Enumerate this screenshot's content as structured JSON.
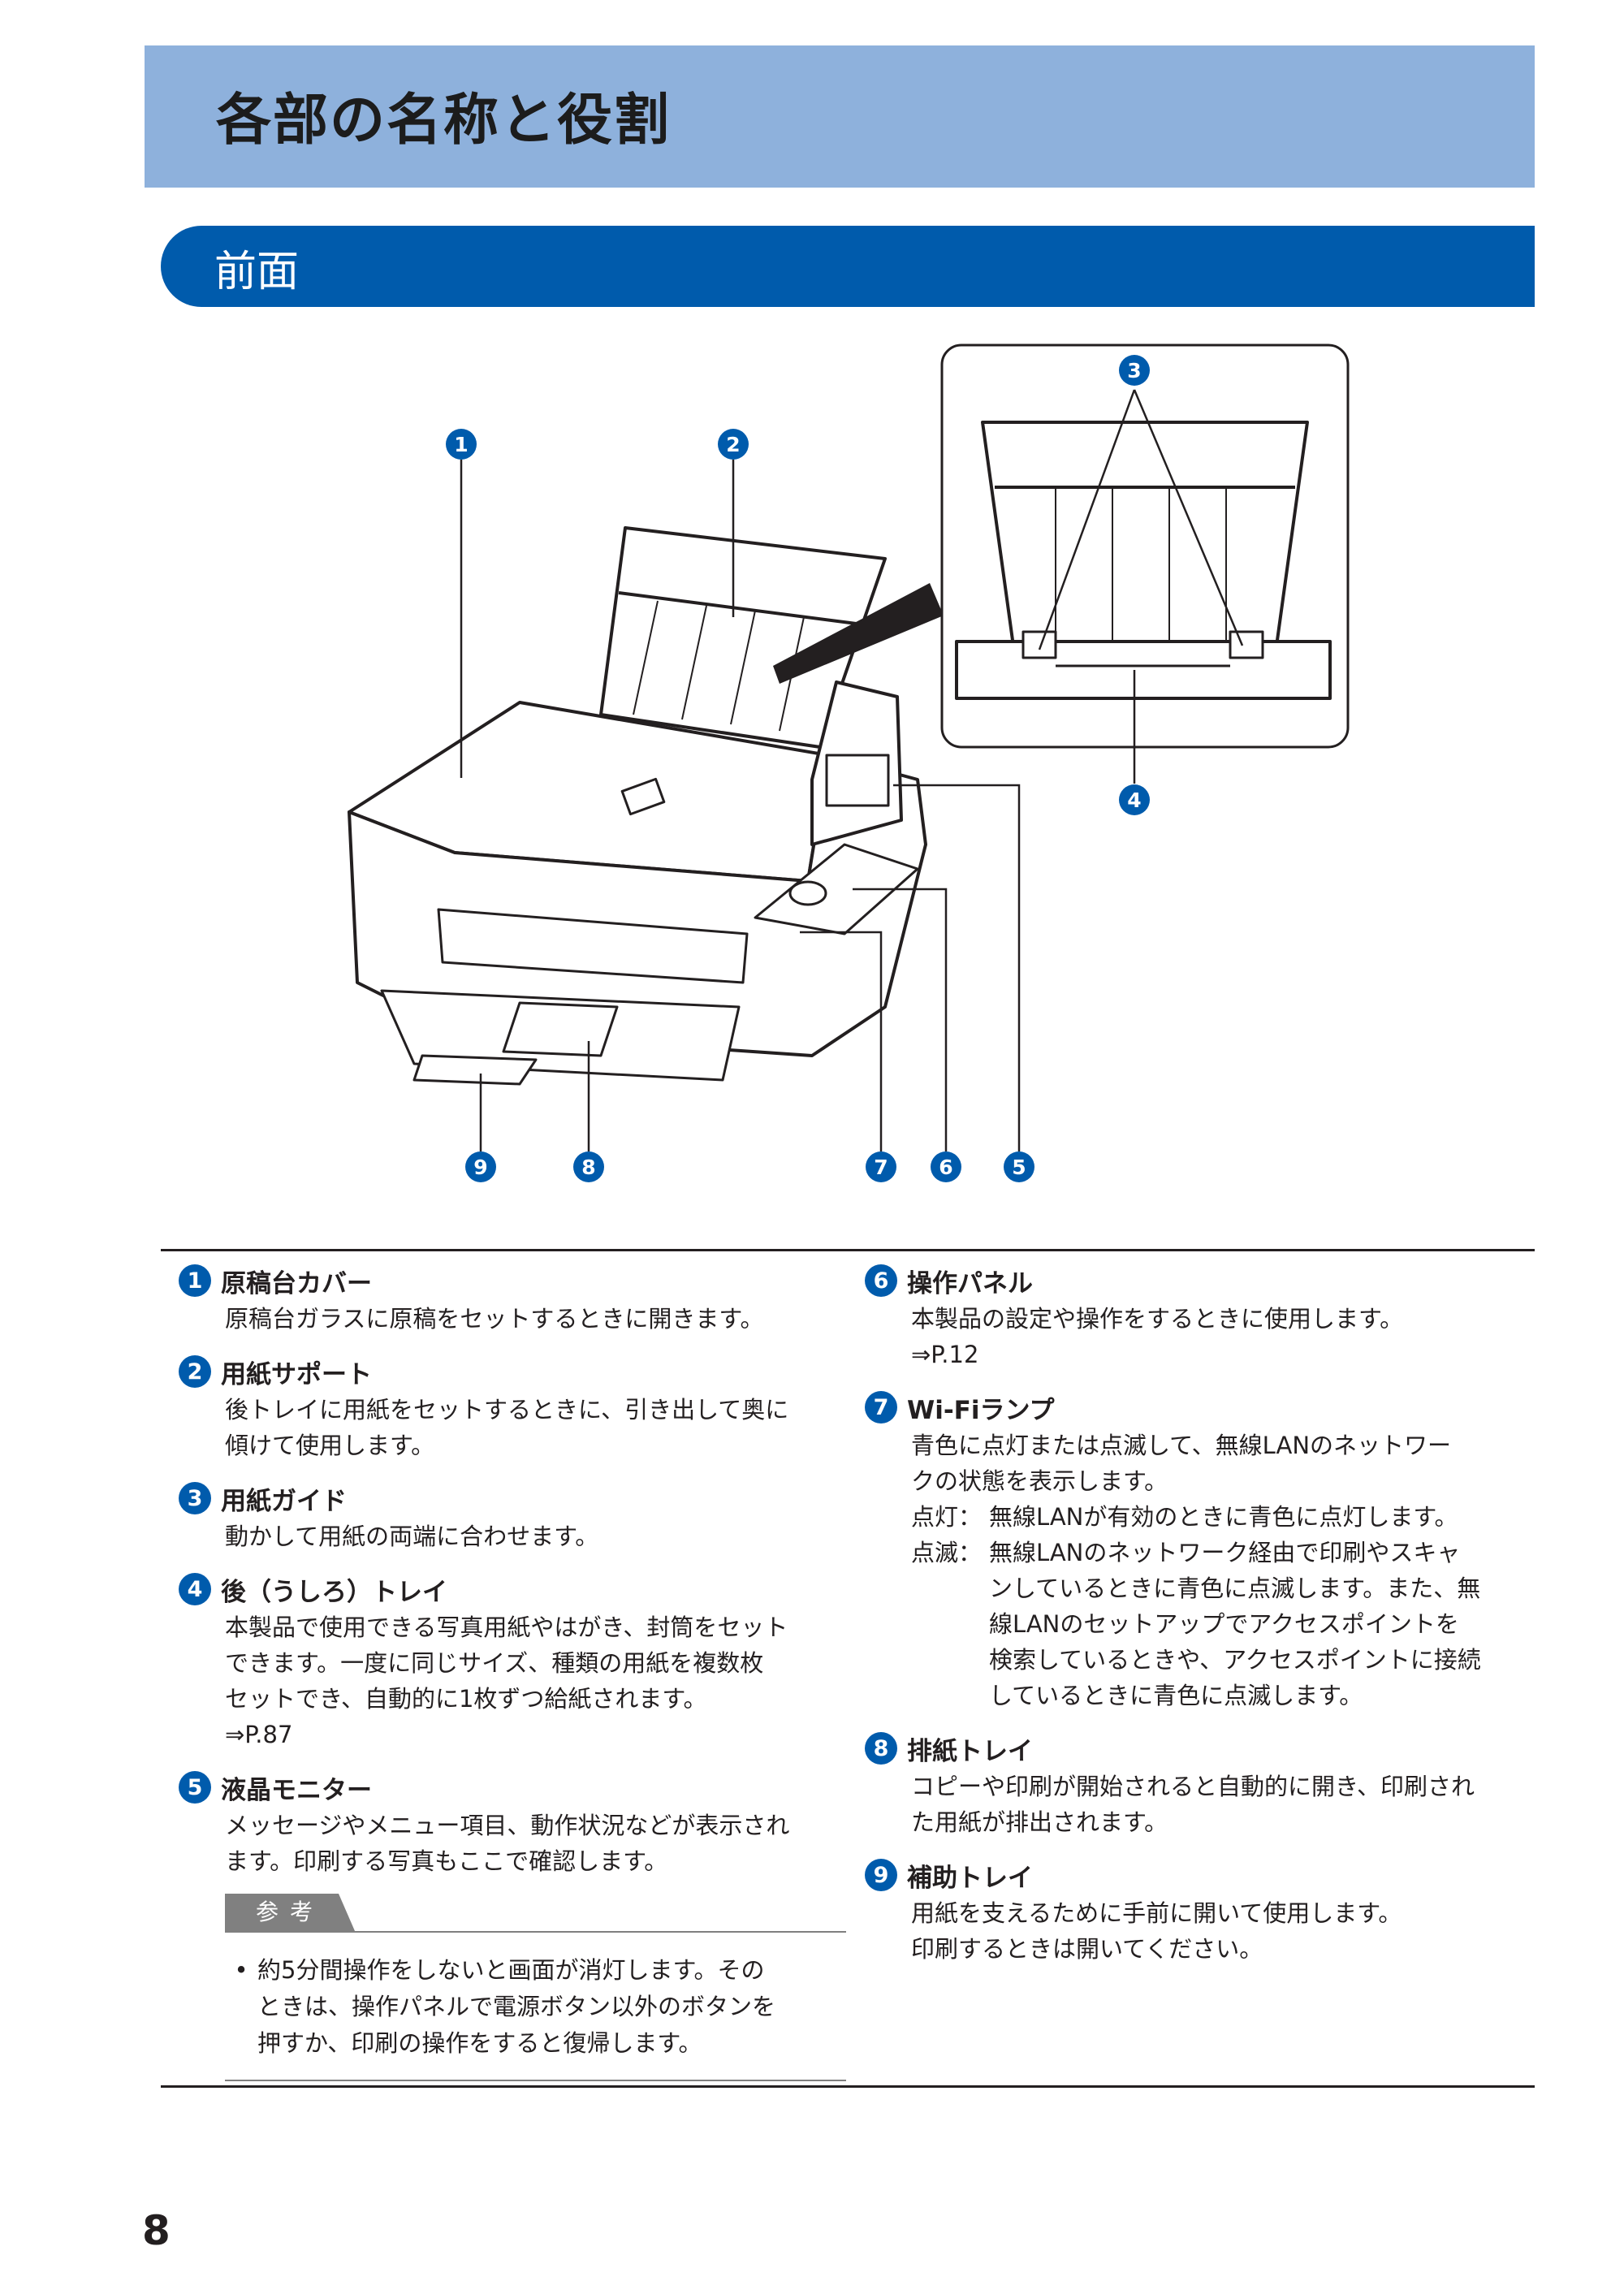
{
  "header": {
    "title": "各部の名称と役割"
  },
  "section": {
    "title": "前面"
  },
  "callouts": [
    "1",
    "2",
    "3",
    "4",
    "5",
    "6",
    "7",
    "8",
    "9"
  ],
  "items_left": [
    {
      "num": "1",
      "title": "原稿台カバー",
      "lines": [
        "原稿台ガラスに原稿をセットするときに開きます。"
      ]
    },
    {
      "num": "2",
      "title": "用紙サポート",
      "lines": [
        "後トレイに用紙をセットするときに、引き出して奥に",
        "傾けて使用します。"
      ]
    },
    {
      "num": "3",
      "title": "用紙ガイド",
      "lines": [
        "動かして用紙の両端に合わせます。"
      ]
    },
    {
      "num": "4",
      "title": "後（うしろ）トレイ",
      "lines": [
        "本製品で使用できる写真用紙やはがき、封筒をセット",
        "できます。一度に同じサイズ、種類の用紙を複数枚",
        "セットでき、自動的に1枚ずつ給紙されます。",
        "⇒P.87"
      ]
    },
    {
      "num": "5",
      "title": "液晶モニター",
      "lines": [
        "メッセージやメニュー項目、動作状況などが表示され",
        "ます。印刷する写真もここで確認します。"
      ]
    }
  ],
  "reference": {
    "label": "参考",
    "bullet": "•",
    "lines": [
      "約5分間操作をしないと画面が消灯します。その",
      "ときは、操作パネルで電源ボタン以外のボタンを",
      "押すか、印刷の操作をすると復帰します。"
    ]
  },
  "items_right": [
    {
      "num": "6",
      "title": "操作パネル",
      "lines": [
        "本製品の設定や操作をするときに使用します。",
        "⇒P.12"
      ]
    },
    {
      "num": "7",
      "title": "Wi-Fiランプ",
      "lines": [
        "青色に点灯または点滅して、無線LANのネットワー",
        "クの状態を表示します。"
      ],
      "defs": [
        {
          "term": "点灯：",
          "lines": [
            "無線LANが有効のときに青色に点灯します。"
          ]
        },
        {
          "term": "点滅：",
          "lines": [
            "無線LANのネットワーク経由で印刷やスキャ",
            "ンしているときに青色に点滅します。また、無",
            "線LANのセットアップでアクセスポイントを",
            "検索しているときや、アクセスポイントに接続",
            "しているときに青色に点滅します。"
          ]
        }
      ]
    },
    {
      "num": "8",
      "title": "排紙トレイ",
      "lines": [
        "コピーや印刷が開始されると自動的に開き、印刷され",
        "た用紙が排出されます。"
      ]
    },
    {
      "num": "9",
      "title": "補助トレイ",
      "lines": [
        "用紙を支えるために手前に開いて使用します。",
        "印刷するときは開いてください。"
      ]
    }
  ],
  "page_number": "8",
  "colors": {
    "title_band": "#8eb1dc",
    "section_band": "#005bac",
    "badge": "#005bac",
    "ref_tab": "#808080"
  }
}
